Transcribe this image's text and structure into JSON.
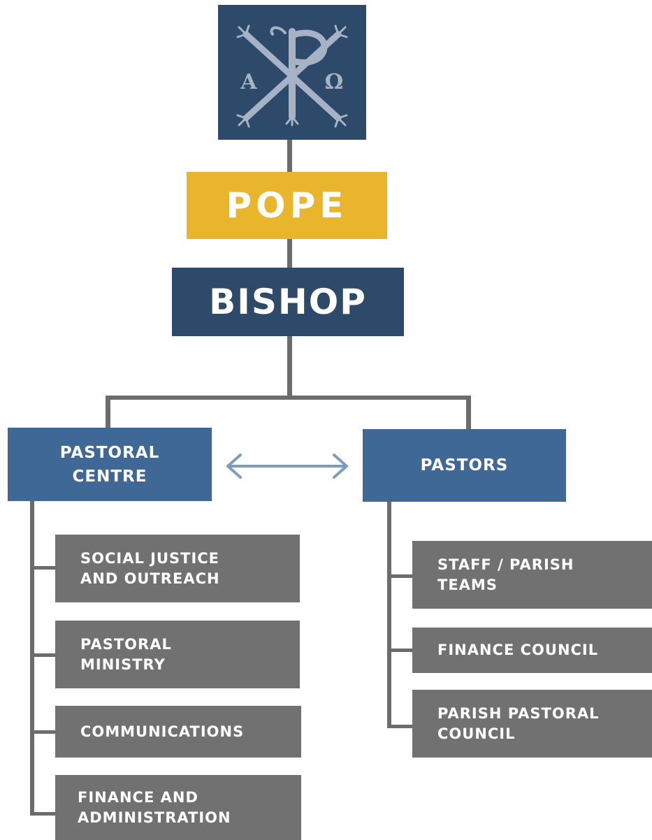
{
  "diagram": {
    "logo": {
      "icon": "chi-rho-alpha-omega-icon"
    },
    "top_nodes": {
      "pope": "POPE",
      "bishop": "BISHOP"
    },
    "branches": [
      {
        "label": "PASTORAL\nCENTRE",
        "children": [
          "SOCIAL JUSTICE\nAND OUTREACH",
          "PASTORAL\nMINISTRY",
          "COMMUNICATIONS",
          "FINANCE AND\nADMINISTRATION"
        ]
      },
      {
        "label": "PASTORS",
        "children": [
          "STAFF / PARISH\nTEAMS",
          "FINANCE COUNCIL",
          "PARISH PASTORAL\nCOUNCIL"
        ]
      }
    ],
    "relationship": {
      "between": [
        "PASTORAL CENTRE",
        "PASTORS"
      ],
      "type": "bidirectional-arrow"
    }
  },
  "colors": {
    "navy": "#2d4a6b",
    "gold": "#e8b52c",
    "blue": "#3f6896",
    "gray": "#717171",
    "connector": "#6c6c6c",
    "arrow": "#7e9cbf"
  }
}
